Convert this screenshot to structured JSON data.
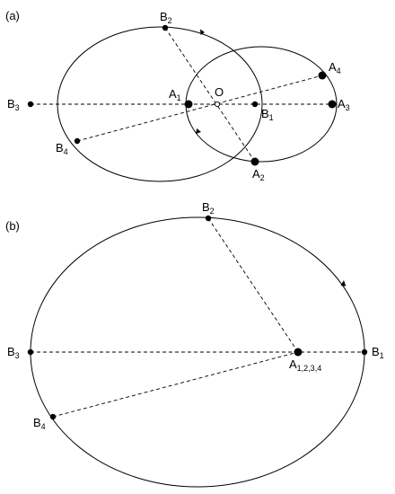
{
  "panels": {
    "a": {
      "label": "(a)",
      "points": {
        "A1": {
          "base": "A",
          "sub": "1"
        },
        "A2": {
          "base": "A",
          "sub": "2"
        },
        "A3": {
          "base": "A",
          "sub": "3"
        },
        "A4": {
          "base": "A",
          "sub": "4"
        },
        "B1": {
          "base": "B",
          "sub": "1"
        },
        "B2": {
          "base": "B",
          "sub": "2"
        },
        "B3": {
          "base": "B",
          "sub": "3"
        },
        "B4": {
          "base": "B",
          "sub": "4"
        },
        "O": {
          "base": "O",
          "sub": ""
        }
      }
    },
    "b": {
      "label": "(b)",
      "points": {
        "A": {
          "base": "A",
          "sub": "1,2,3,4"
        },
        "B1": {
          "base": "B",
          "sub": "1"
        },
        "B2": {
          "base": "B",
          "sub": "2"
        },
        "B3": {
          "base": "B",
          "sub": "3"
        },
        "B4": {
          "base": "B",
          "sub": "4"
        }
      }
    }
  }
}
